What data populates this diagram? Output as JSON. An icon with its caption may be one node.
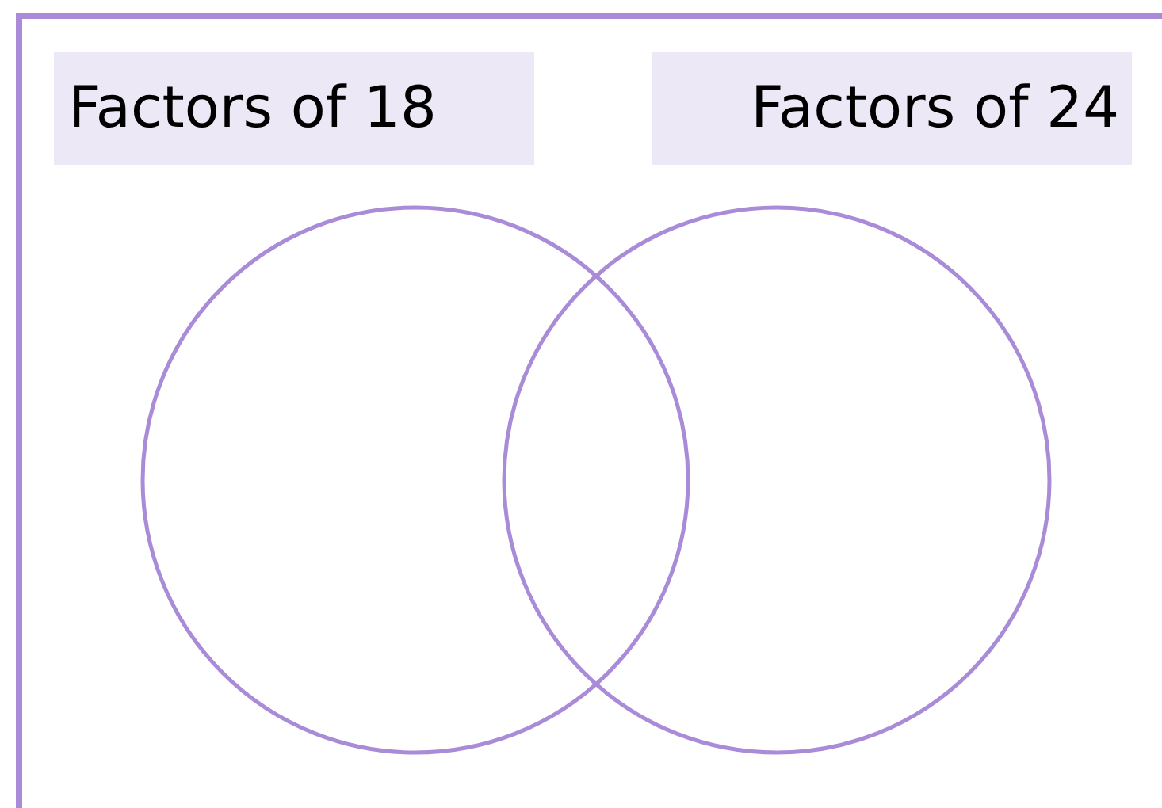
{
  "diagram": {
    "nodes": [
      {
        "text": [
          "Factors of 18"
        ]
      },
      {
        "text": [
          "Factors of 24"
        ]
      },
      {
        "text": [],
        "shape": "circle"
      },
      {
        "text": [],
        "shape": "circle"
      }
    ]
  }
}
